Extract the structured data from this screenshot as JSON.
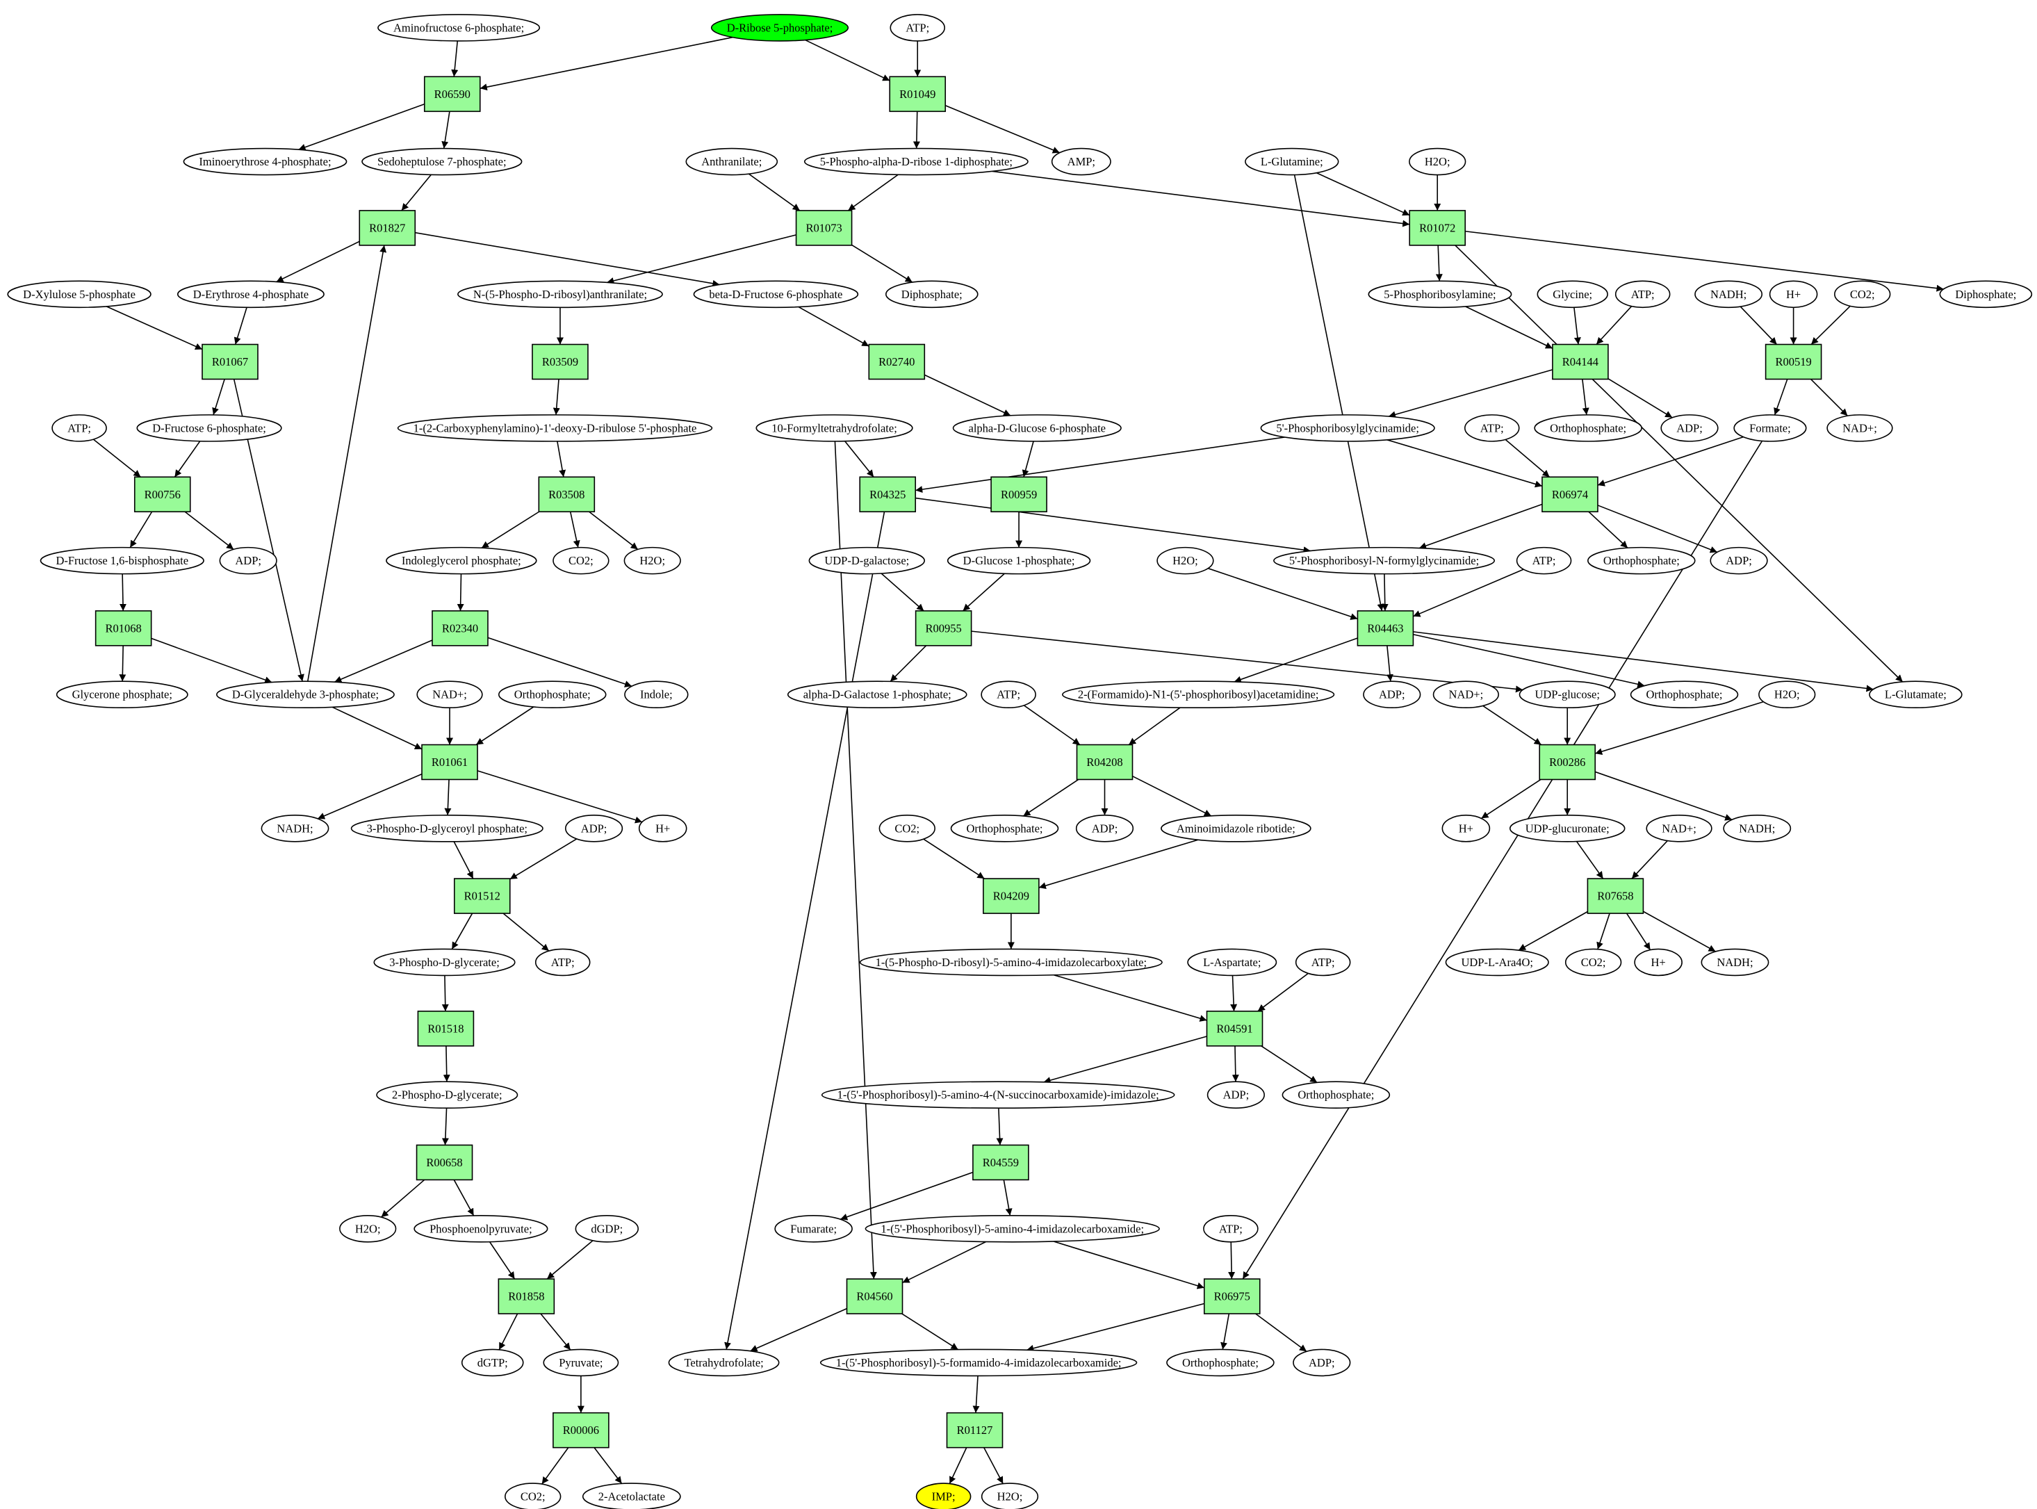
{
  "colors": {
    "reaction_fill": "#98fb98",
    "source_fill": "#00ff00",
    "target_fill": "#ffff00",
    "metabolite_fill": "#ffffff",
    "stroke": "#000000"
  },
  "metabolites": [
    {
      "id": "aminofructose6p",
      "label": "Aminofructose 6-phosphate;"
    },
    {
      "id": "dribose5p",
      "label": "D-Ribose 5-phosphate;",
      "role": "source"
    },
    {
      "id": "atp_top",
      "label": "ATP;"
    },
    {
      "id": "iminoerythrose4p",
      "label": "Iminoerythrose 4-phosphate;"
    },
    {
      "id": "sedoheptulose7p",
      "label": "Sedoheptulose 7-phosphate;"
    },
    {
      "id": "anthranilate",
      "label": "Anthranilate;"
    },
    {
      "id": "prpp",
      "label": "5-Phospho-alpha-D-ribose 1-diphosphate;"
    },
    {
      "id": "amp",
      "label": "AMP;"
    },
    {
      "id": "lglutamine",
      "label": "L-Glutamine;"
    },
    {
      "id": "h2o_top",
      "label": "H2O;"
    },
    {
      "id": "dxylulose5p",
      "label": "D-Xylulose 5-phosphate"
    },
    {
      "id": "derythrose4p",
      "label": "D-Erythrose 4-phosphate"
    },
    {
      "id": "n5pra",
      "label": "N-(5-Phospho-D-ribosyl)anthranilate;"
    },
    {
      "id": "betafructose6p",
      "label": "beta-D-Fructose 6-phosphate"
    },
    {
      "id": "diphosphate_mid",
      "label": "Diphosphate;"
    },
    {
      "id": "pribosylamine",
      "label": "5-Phosphoribosylamine;"
    },
    {
      "id": "glycine",
      "label": "Glycine;"
    },
    {
      "id": "atp_r04144",
      "label": "ATP;"
    },
    {
      "id": "nadh_r00519",
      "label": "NADH;"
    },
    {
      "id": "hplus_r00519",
      "label": "H+"
    },
    {
      "id": "co2_r00519",
      "label": "CO2;"
    },
    {
      "id": "diphosphate_right",
      "label": "Diphosphate;"
    },
    {
      "id": "atp_r00756",
      "label": "ATP;"
    },
    {
      "id": "dfructose6p",
      "label": "D-Fructose 6-phosphate;"
    },
    {
      "id": "cdrp",
      "label": "1-(2-Carboxyphenylamino)-1'-deoxy-D-ribulose 5'-phosphate"
    },
    {
      "id": "formylthf",
      "label": "10-Formyltetrahydrofolate;"
    },
    {
      "id": "alphaglucose6p",
      "label": "alpha-D-Glucose 6-phosphate"
    },
    {
      "id": "gar",
      "label": "5'-Phosphoribosylglycinamide;"
    },
    {
      "id": "atp_r06974",
      "label": "ATP;"
    },
    {
      "id": "orthophosphate_r04144",
      "label": "Orthophosphate;"
    },
    {
      "id": "adp_r04144",
      "label": "ADP;"
    },
    {
      "id": "formate",
      "label": "Formate;"
    },
    {
      "id": "nadplus_r00519",
      "label": "NAD+;"
    },
    {
      "id": "dfructose16bp",
      "label": "D-Fructose 1,6-bisphosphate"
    },
    {
      "id": "adp_r00756",
      "label": "ADP;"
    },
    {
      "id": "indoleglycerolp",
      "label": "Indoleglycerol phosphate;"
    },
    {
      "id": "co2_r03508",
      "label": "CO2;"
    },
    {
      "id": "h2o_r03508",
      "label": "H2O;"
    },
    {
      "id": "udpgalactose",
      "label": "UDP-D-galactose;"
    },
    {
      "id": "dglucose1p",
      "label": "D-Glucose 1-phosphate;"
    },
    {
      "id": "h2o_r04463",
      "label": "H2O;"
    },
    {
      "id": "fgar",
      "label": "5'-Phosphoribosyl-N-formylglycinamide;"
    },
    {
      "id": "atp_r04463",
      "label": "ATP;"
    },
    {
      "id": "orthophosphate_r06974",
      "label": "Orthophosphate;"
    },
    {
      "id": "adp_r06974",
      "label": "ADP;"
    },
    {
      "id": "glyceronep",
      "label": "Glycerone phosphate;"
    },
    {
      "id": "glyceraldehyde3p",
      "label": "D-Glyceraldehyde 3-phosphate;"
    },
    {
      "id": "nadplus_r01061",
      "label": "NAD+;"
    },
    {
      "id": "orthophosphate_r01061",
      "label": "Orthophosphate;"
    },
    {
      "id": "indole",
      "label": "Indole;"
    },
    {
      "id": "alphagalactose1p",
      "label": "alpha-D-Galactose 1-phosphate;"
    },
    {
      "id": "atp_r04208",
      "label": "ATP;"
    },
    {
      "id": "fgam",
      "label": "2-(Formamido)-N1-(5'-phosphoribosyl)acetamidine;"
    },
    {
      "id": "adp_r04463",
      "label": "ADP;"
    },
    {
      "id": "nadplus_r00286",
      "label": "NAD+;"
    },
    {
      "id": "udpglucose",
      "label": "UDP-glucose;"
    },
    {
      "id": "orthophosphate_r04463",
      "label": "Orthophosphate;"
    },
    {
      "id": "h2o_r00286",
      "label": "H2O;"
    },
    {
      "id": "lglutamate",
      "label": "L-Glutamate;"
    },
    {
      "id": "nadh_r01061",
      "label": "NADH;"
    },
    {
      "id": "bpg",
      "label": "3-Phospho-D-glyceroyl phosphate;"
    },
    {
      "id": "adp_r01512",
      "label": "ADP;"
    },
    {
      "id": "hplus_r01061",
      "label": "H+"
    },
    {
      "id": "co2_r04209",
      "label": "CO2;"
    },
    {
      "id": "orthophosphate_r04208",
      "label": "Orthophosphate;"
    },
    {
      "id": "adp_r04208",
      "label": "ADP;"
    },
    {
      "id": "air",
      "label": "Aminoimidazole ribotide;"
    },
    {
      "id": "hplus_r00286",
      "label": "H+"
    },
    {
      "id": "udpglucuronate",
      "label": "UDP-glucuronate;"
    },
    {
      "id": "nadplus_r07658",
      "label": "NAD+;"
    },
    {
      "id": "nadh_r00286",
      "label": "NADH;"
    },
    {
      "id": "pg3",
      "label": "3-Phospho-D-glycerate;"
    },
    {
      "id": "atp_r01512",
      "label": "ATP;"
    },
    {
      "id": "cair",
      "label": "1-(5-Phospho-D-ribosyl)-5-amino-4-imidazolecarboxylate;"
    },
    {
      "id": "laspartate",
      "label": "L-Aspartate;"
    },
    {
      "id": "atp_r04591",
      "label": "ATP;"
    },
    {
      "id": "udplara4o",
      "label": "UDP-L-Ara4O;"
    },
    {
      "id": "co2_r07658",
      "label": "CO2;"
    },
    {
      "id": "hplus_r07658",
      "label": "H+"
    },
    {
      "id": "nadh_r07658",
      "label": "NADH;"
    },
    {
      "id": "pg2",
      "label": "2-Phospho-D-glycerate;"
    },
    {
      "id": "saicar",
      "label": "1-(5'-Phosphoribosyl)-5-amino-4-(N-succinocarboxamide)-imidazole;"
    },
    {
      "id": "adp_r04591",
      "label": "ADP;"
    },
    {
      "id": "orthophosphate_r04591",
      "label": "Orthophosphate;"
    },
    {
      "id": "h2o_r00658",
      "label": "H2O;"
    },
    {
      "id": "pep",
      "label": "Phosphoenolpyruvate;"
    },
    {
      "id": "dgdp",
      "label": "dGDP;"
    },
    {
      "id": "fumarate",
      "label": "Fumarate;"
    },
    {
      "id": "aicar",
      "label": "1-(5'-Phosphoribosyl)-5-amino-4-imidazolecarboxamide;"
    },
    {
      "id": "atp_r06975",
      "label": "ATP;"
    },
    {
      "id": "dgtp",
      "label": "dGTP;"
    },
    {
      "id": "pyruvate",
      "label": "Pyruvate;"
    },
    {
      "id": "thf",
      "label": "Tetrahydrofolate;"
    },
    {
      "id": "faicar",
      "label": "1-(5'-Phosphoribosyl)-5-formamido-4-imidazolecarboxamide;"
    },
    {
      "id": "orthophosphate_r06975",
      "label": "Orthophosphate;"
    },
    {
      "id": "adp_r06975",
      "label": "ADP;"
    },
    {
      "id": "imp",
      "label": "IMP;",
      "role": "target"
    },
    {
      "id": "h2o_r01127",
      "label": "H2O;"
    },
    {
      "id": "co2_r00006",
      "label": "CO2;"
    },
    {
      "id": "acetolactate",
      "label": "2-Acetolactate"
    }
  ],
  "reactions": [
    {
      "id": "r06590",
      "label": "R06590"
    },
    {
      "id": "r01049",
      "label": "R01049"
    },
    {
      "id": "r01827",
      "label": "R01827"
    },
    {
      "id": "r01073",
      "label": "R01073"
    },
    {
      "id": "r01072",
      "label": "R01072"
    },
    {
      "id": "r01067",
      "label": "R01067"
    },
    {
      "id": "r03509",
      "label": "R03509"
    },
    {
      "id": "r02740",
      "label": "R02740"
    },
    {
      "id": "r04144",
      "label": "R04144"
    },
    {
      "id": "r00519",
      "label": "R00519"
    },
    {
      "id": "r00756",
      "label": "R00756"
    },
    {
      "id": "r03508",
      "label": "R03508"
    },
    {
      "id": "r04325",
      "label": "R04325"
    },
    {
      "id": "r00959",
      "label": "R00959"
    },
    {
      "id": "r06974",
      "label": "R06974"
    },
    {
      "id": "r01068",
      "label": "R01068"
    },
    {
      "id": "r02340",
      "label": "R02340"
    },
    {
      "id": "r00955",
      "label": "R00955"
    },
    {
      "id": "r04463",
      "label": "R04463"
    },
    {
      "id": "r01061",
      "label": "R01061"
    },
    {
      "id": "r04208",
      "label": "R04208"
    },
    {
      "id": "r00286",
      "label": "R00286"
    },
    {
      "id": "r01512",
      "label": "R01512"
    },
    {
      "id": "r04209",
      "label": "R04209"
    },
    {
      "id": "r07658",
      "label": "R07658"
    },
    {
      "id": "r01518",
      "label": "R01518"
    },
    {
      "id": "r04591",
      "label": "R04591"
    },
    {
      "id": "r00658",
      "label": "R00658"
    },
    {
      "id": "r04559",
      "label": "R04559"
    },
    {
      "id": "r01858",
      "label": "R01858"
    },
    {
      "id": "r04560",
      "label": "R04560"
    },
    {
      "id": "r06975",
      "label": "R06975"
    },
    {
      "id": "r00006",
      "label": "R00006"
    },
    {
      "id": "r01127",
      "label": "R01127"
    }
  ],
  "edges": [
    [
      "aminofructose6p",
      "r06590"
    ],
    [
      "dribose5p",
      "r06590"
    ],
    [
      "r06590",
      "iminoerythrose4p"
    ],
    [
      "r06590",
      "sedoheptulose7p"
    ],
    [
      "dribose5p",
      "r01049"
    ],
    [
      "atp_top",
      "r01049"
    ],
    [
      "r01049",
      "prpp"
    ],
    [
      "r01049",
      "amp"
    ],
    [
      "sedoheptulose7p",
      "r01827"
    ],
    [
      "glyceraldehyde3p",
      "r01827"
    ],
    [
      "r01827",
      "derythrose4p"
    ],
    [
      "r01827",
      "betafructose6p"
    ],
    [
      "anthranilate",
      "r01073"
    ],
    [
      "prpp",
      "r01073"
    ],
    [
      "r01073",
      "n5pra"
    ],
    [
      "r01073",
      "diphosphate_mid"
    ],
    [
      "prpp",
      "r01072"
    ],
    [
      "lglutamine",
      "r01072"
    ],
    [
      "h2o_top",
      "r01072"
    ],
    [
      "r01072",
      "pribosylamine"
    ],
    [
      "r01072",
      "diphosphate_right"
    ],
    [
      "r01072",
      "lglutamate"
    ],
    [
      "dxylulose5p",
      "r01067"
    ],
    [
      "derythrose4p",
      "r01067"
    ],
    [
      "r01067",
      "dfructose6p"
    ],
    [
      "r01067",
      "glyceraldehyde3p"
    ],
    [
      "n5pra",
      "r03509"
    ],
    [
      "r03509",
      "cdrp"
    ],
    [
      "betafructose6p",
      "r02740"
    ],
    [
      "r02740",
      "alphaglucose6p"
    ],
    [
      "pribosylamine",
      "r04144"
    ],
    [
      "glycine",
      "r04144"
    ],
    [
      "atp_r04144",
      "r04144"
    ],
    [
      "r04144",
      "gar"
    ],
    [
      "r04144",
      "orthophosphate_r04144"
    ],
    [
      "r04144",
      "adp_r04144"
    ],
    [
      "nadh_r00519",
      "r00519"
    ],
    [
      "hplus_r00519",
      "r00519"
    ],
    [
      "co2_r00519",
      "r00519"
    ],
    [
      "r00519",
      "formate"
    ],
    [
      "r00519",
      "nadplus_r00519"
    ],
    [
      "atp_r00756",
      "r00756"
    ],
    [
      "dfructose6p",
      "r00756"
    ],
    [
      "r00756",
      "dfructose16bp"
    ],
    [
      "r00756",
      "adp_r00756"
    ],
    [
      "cdrp",
      "r03508"
    ],
    [
      "r03508",
      "indoleglycerolp"
    ],
    [
      "r03508",
      "co2_r03508"
    ],
    [
      "r03508",
      "h2o_r03508"
    ],
    [
      "formylthf",
      "r04325"
    ],
    [
      "gar",
      "r04325"
    ],
    [
      "r04325",
      "fgar"
    ],
    [
      "r04325",
      "thf"
    ],
    [
      "alphaglucose6p",
      "r00959"
    ],
    [
      "r00959",
      "dglucose1p"
    ],
    [
      "gar",
      "r06974"
    ],
    [
      "atp_r06974",
      "r06974"
    ],
    [
      "formate",
      "r06974"
    ],
    [
      "r06974",
      "fgar"
    ],
    [
      "r06974",
      "orthophosphate_r06974"
    ],
    [
      "r06974",
      "adp_r06974"
    ],
    [
      "dfructose16bp",
      "r01068"
    ],
    [
      "r01068",
      "glyceronep"
    ],
    [
      "r01068",
      "glyceraldehyde3p"
    ],
    [
      "indoleglycerolp",
      "r02340"
    ],
    [
      "r02340",
      "glyceraldehyde3p"
    ],
    [
      "r02340",
      "indole"
    ],
    [
      "udpgalactose",
      "r00955"
    ],
    [
      "dglucose1p",
      "r00955"
    ],
    [
      "r00955",
      "alphagalactose1p"
    ],
    [
      "r00955",
      "udpglucose"
    ],
    [
      "fgar",
      "r04463"
    ],
    [
      "h2o_r04463",
      "r04463"
    ],
    [
      "atp_r04463",
      "r04463"
    ],
    [
      "lglutamine",
      "r04463"
    ],
    [
      "r04463",
      "fgam"
    ],
    [
      "r04463",
      "adp_r04463"
    ],
    [
      "r04463",
      "orthophosphate_r04463"
    ],
    [
      "r04463",
      "lglutamate"
    ],
    [
      "glyceraldehyde3p",
      "r01061"
    ],
    [
      "nadplus_r01061",
      "r01061"
    ],
    [
      "orthophosphate_r01061",
      "r01061"
    ],
    [
      "r01061",
      "nadh_r01061"
    ],
    [
      "r01061",
      "bpg"
    ],
    [
      "r01061",
      "hplus_r01061"
    ],
    [
      "atp_r04208",
      "r04208"
    ],
    [
      "fgam",
      "r04208"
    ],
    [
      "r04208",
      "orthophosphate_r04208"
    ],
    [
      "r04208",
      "adp_r04208"
    ],
    [
      "r04208",
      "air"
    ],
    [
      "nadplus_r00286",
      "r00286"
    ],
    [
      "udpglucose",
      "r00286"
    ],
    [
      "h2o_r00286",
      "r00286"
    ],
    [
      "r00286",
      "hplus_r00286"
    ],
    [
      "r00286",
      "udpglucuronate"
    ],
    [
      "r00286",
      "nadh_r00286"
    ],
    [
      "bpg",
      "r01512"
    ],
    [
      "adp_r01512",
      "r01512"
    ],
    [
      "r01512",
      "pg3"
    ],
    [
      "r01512",
      "atp_r01512"
    ],
    [
      "co2_r04209",
      "r04209"
    ],
    [
      "air",
      "r04209"
    ],
    [
      "r04209",
      "cair"
    ],
    [
      "udpglucuronate",
      "r07658"
    ],
    [
      "nadplus_r07658",
      "r07658"
    ],
    [
      "r07658",
      "udplara4o"
    ],
    [
      "r07658",
      "co2_r07658"
    ],
    [
      "r07658",
      "hplus_r07658"
    ],
    [
      "r07658",
      "nadh_r07658"
    ],
    [
      "pg3",
      "r01518"
    ],
    [
      "r01518",
      "pg2"
    ],
    [
      "cair",
      "r04591"
    ],
    [
      "laspartate",
      "r04591"
    ],
    [
      "atp_r04591",
      "r04591"
    ],
    [
      "r04591",
      "saicar"
    ],
    [
      "r04591",
      "adp_r04591"
    ],
    [
      "r04591",
      "orthophosphate_r04591"
    ],
    [
      "pg2",
      "r00658"
    ],
    [
      "r00658",
      "h2o_r00658"
    ],
    [
      "r00658",
      "pep"
    ],
    [
      "saicar",
      "r04559"
    ],
    [
      "r04559",
      "fumarate"
    ],
    [
      "r04559",
      "aicar"
    ],
    [
      "pep",
      "r01858"
    ],
    [
      "dgdp",
      "r01858"
    ],
    [
      "r01858",
      "dgtp"
    ],
    [
      "r01858",
      "pyruvate"
    ],
    [
      "formylthf",
      "r04560"
    ],
    [
      "aicar",
      "r04560"
    ],
    [
      "r04560",
      "thf"
    ],
    [
      "r04560",
      "faicar"
    ],
    [
      "aicar",
      "r06975"
    ],
    [
      "atp_r06975",
      "r06975"
    ],
    [
      "formate",
      "r06975"
    ],
    [
      "r06975",
      "faicar"
    ],
    [
      "r06975",
      "orthophosphate_r06975"
    ],
    [
      "r06975",
      "adp_r06975"
    ],
    [
      "pyruvate",
      "r00006"
    ],
    [
      "r00006",
      "co2_r00006"
    ],
    [
      "r00006",
      "acetolactate"
    ],
    [
      "faicar",
      "r01127"
    ],
    [
      "r01127",
      "imp"
    ],
    [
      "r01127",
      "h2o_r01127"
    ]
  ]
}
